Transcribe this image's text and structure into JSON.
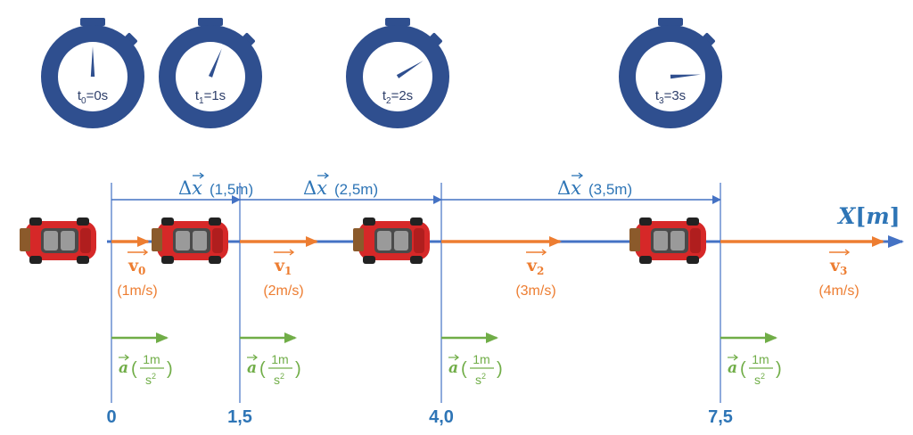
{
  "colors": {
    "clock_blue": "#2f4f8f",
    "axis_blue": "#4472c4",
    "velocity_orange": "#ed7d31",
    "accel_green": "#70ad47",
    "car_red": "#d62828",
    "label_blue": "#2e75b6"
  },
  "stopwatches": [
    {
      "sub": "0",
      "rest": "=0s",
      "seconds": 0
    },
    {
      "sub": "1",
      "rest": "=1s",
      "seconds": 1
    },
    {
      "sub": "2",
      "rest": "=2s",
      "seconds": 2
    },
    {
      "sub": "3",
      "rest": "=3s",
      "seconds": 3
    }
  ],
  "axis": {
    "var": "X",
    "unit": "m",
    "ticks": [
      "0",
      "1,5",
      "4,0",
      "7,5"
    ],
    "positions_m": [
      0,
      1.5,
      4.0,
      7.5
    ]
  },
  "displacements": [
    {
      "value": "(1,5m)"
    },
    {
      "value": "(2,5m)"
    },
    {
      "value": "(3,5m)"
    }
  ],
  "velocities": [
    {
      "sub": "0",
      "value": "(1m/s)"
    },
    {
      "sub": "1",
      "value": "(2m/s)"
    },
    {
      "sub": "2",
      "value": "(3m/s)"
    },
    {
      "sub": "3",
      "value": "(4m/s)"
    }
  ],
  "acceleration": {
    "num": "1m",
    "den_base": "s",
    "den_exp": "2"
  }
}
